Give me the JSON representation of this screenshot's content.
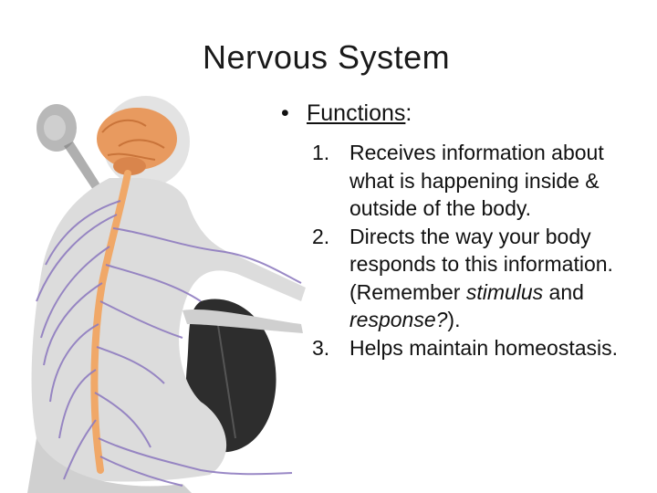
{
  "slide": {
    "title": "Nervous System",
    "bullet": {
      "symbol": "•",
      "heading": "Functions",
      "colon": ":"
    },
    "points": [
      {
        "num": "1.",
        "text": "Receives information about what is happening inside & outside of the body."
      },
      {
        "num": "2.",
        "before": "Directs the way your body responds to this information. (Remember ",
        "em1": "stimulus",
        "mid": " and ",
        "em2": "response?",
        "after": ")."
      },
      {
        "num": "3.",
        "text": "Helps maintain homeostasis."
      }
    ],
    "illustration": {
      "subject": "seated cellist figure with nervous system",
      "colors": {
        "brain": "#e89a5f",
        "spinal_cord": "#f0a868",
        "nerves": "#8f7cc0",
        "body": "#dcdcdc",
        "cello": "#2d2d2d"
      }
    }
  }
}
